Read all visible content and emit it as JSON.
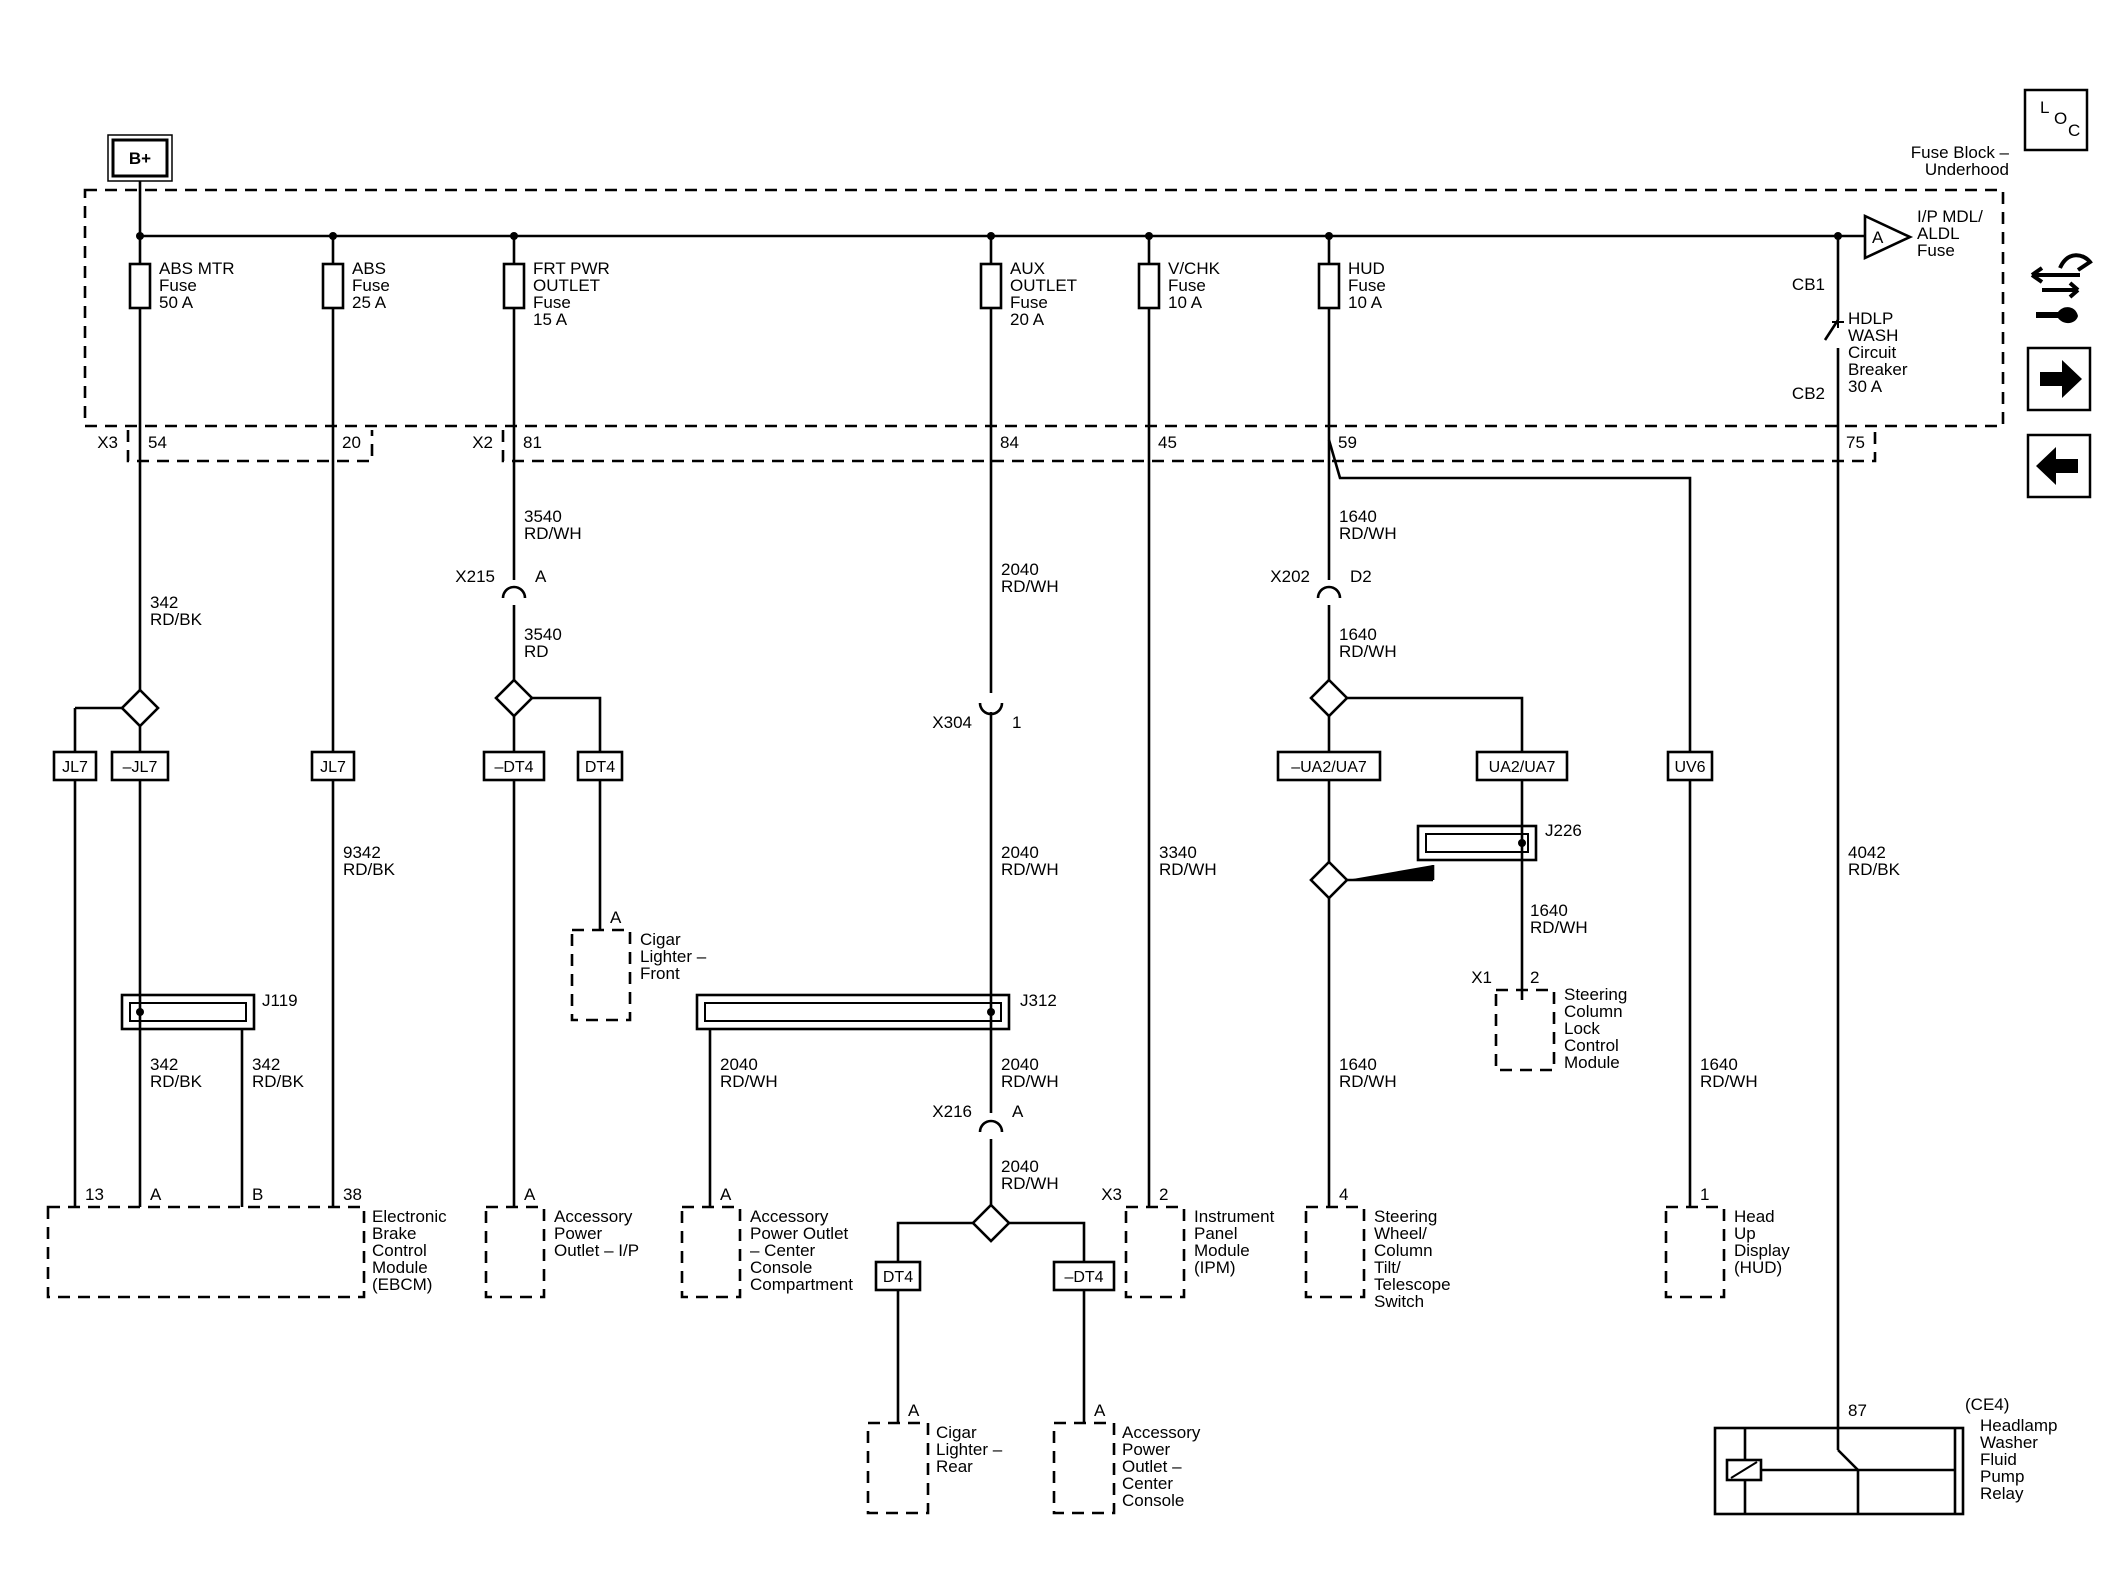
{
  "header": {
    "power": "B+",
    "fuse_block": [
      "Fuse Block –",
      "Underhood"
    ],
    "loc_letters": [
      "L",
      "O",
      "C"
    ]
  },
  "fuses": [
    {
      "lines": [
        "ABS MTR",
        "Fuse",
        "50 A"
      ]
    },
    {
      "lines": [
        "ABS",
        "Fuse",
        "25 A"
      ]
    },
    {
      "lines": [
        "FRT PWR",
        "OUTLET",
        "Fuse",
        "15 A"
      ]
    },
    {
      "lines": [
        "AUX",
        "OUTLET",
        "Fuse",
        "20 A"
      ]
    },
    {
      "lines": [
        "V/CHK",
        "Fuse",
        "10 A"
      ]
    },
    {
      "lines": [
        "HUD",
        "Fuse",
        "10 A"
      ]
    }
  ],
  "offpage": {
    "letter": "A",
    "lines": [
      "I/P MDL/",
      "ALDL",
      "Fuse"
    ]
  },
  "breaker": {
    "cb1": "CB1",
    "cb2": "CB2",
    "lines": [
      "HDLP",
      "WASH",
      "Circuit",
      "Breaker",
      "30 A"
    ]
  },
  "block_pins": {
    "x3": "X3",
    "x2": "X2",
    "p54": "54",
    "p20": "20",
    "p81": "81",
    "p84": "84",
    "p45": "45",
    "p59": "59",
    "p75": "75"
  },
  "wires": {
    "w342a": [
      "342",
      "RD/BK"
    ],
    "w3540a": [
      "3540",
      "RD/WH"
    ],
    "w3540b": [
      "3540",
      "RD"
    ],
    "w2040a": [
      "2040",
      "RD/WH"
    ],
    "w1640a": [
      "1640",
      "RD/WH"
    ],
    "w1640b": [
      "1640",
      "RD/WH"
    ],
    "w9342": [
      "9342",
      "RD/BK"
    ],
    "w2040b": [
      "2040",
      "RD/WH"
    ],
    "w3340": [
      "3340",
      "RD/WH"
    ],
    "w1640c": [
      "1640",
      "RD/WH"
    ],
    "w4042": [
      "4042",
      "RD/BK"
    ],
    "w342b": [
      "342",
      "RD/BK"
    ],
    "w342c": [
      "342",
      "RD/BK"
    ],
    "w2040c": [
      "2040",
      "RD/WH"
    ],
    "w2040d": [
      "2040",
      "RD/WH"
    ],
    "w2040e": [
      "2040",
      "RD/WH"
    ],
    "w1640d": [
      "1640",
      "RD/WH"
    ],
    "w1640e": [
      "1640",
      "RD/WH"
    ]
  },
  "connectors": {
    "x215": "X215",
    "x215_pin": "A",
    "x202": "X202",
    "x202_pin": "D2",
    "x304": "X304",
    "x304_pin": "1",
    "x216": "X216",
    "x216_pin": "A"
  },
  "options": {
    "jl7a": "JL7",
    "njl7": "–JL7",
    "jl7b": "JL7",
    "ndt4a": "–DT4",
    "dt4a": "DT4",
    "nua2": "–UA2/UA7",
    "ua2": "UA2/UA7",
    "uv6": "UV6",
    "dt4b": "DT4",
    "ndt4b": "–DT4"
  },
  "splices": {
    "j119": "J119",
    "j312": "J312",
    "j226": "J226"
  },
  "components": {
    "ebcm": {
      "pins": [
        "13",
        "A",
        "B",
        "38"
      ],
      "lines": [
        "Electronic",
        "Brake",
        "Control",
        "Module",
        "(EBCM)"
      ]
    },
    "apo_ip": {
      "pin": "A",
      "lines": [
        "Accessory",
        "Power",
        "Outlet – I/P"
      ]
    },
    "apo_cc": {
      "pin": "A",
      "lines": [
        "Accessory",
        "Power Outlet",
        "– Center",
        "Console",
        "Compartment"
      ]
    },
    "ipm": {
      "conn": "X3",
      "pin": "2",
      "lines": [
        "Instrument",
        "Panel",
        "Module",
        "(IPM)"
      ]
    },
    "swcs": {
      "pin": "4",
      "lines": [
        "Steering",
        "Wheel/",
        "Column",
        "Tilt/",
        "Telescope",
        "Switch"
      ]
    },
    "hud": {
      "pin": "1",
      "lines": [
        "Head",
        "Up",
        "Display",
        "(HUD)"
      ]
    },
    "clf": {
      "pin": "A",
      "lines": [
        "Cigar",
        "Lighter –",
        "Front"
      ]
    },
    "sclc": {
      "conn": "X1",
      "pin": "2",
      "lines": [
        "Steering",
        "Column",
        "Lock",
        "Control",
        "Module"
      ]
    },
    "clr": {
      "pin": "A",
      "lines": [
        "Cigar",
        "Lighter –",
        "Rear"
      ]
    },
    "apo_rear": {
      "pin": "A",
      "lines": [
        "Accessory",
        "Power",
        "Outlet –",
        "Center",
        "Console"
      ]
    },
    "relay": {
      "ref": "(CE4)",
      "pin": "87",
      "lines": [
        "Headlamp",
        "Washer",
        "Fluid",
        "Pump",
        "Relay"
      ]
    }
  },
  "nav": {
    "left_icon": "left-arrow-icon",
    "right_icon": "right-arrow-icon",
    "tools_icon": "tools-icon"
  }
}
